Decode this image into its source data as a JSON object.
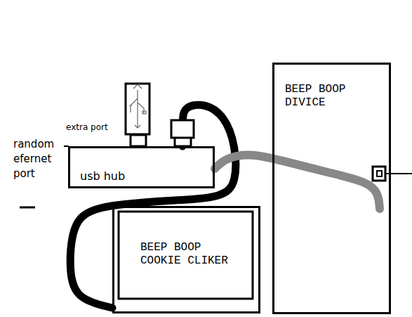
{
  "diagram": {
    "nodes": [
      {
        "text": [
          "usb hub"
        ]
      },
      {
        "text": [
          "BEEP BOOP COOKIE CLIKER"
        ]
      },
      {
        "text": [
          "BEEP BOOP DIVICE"
        ]
      }
    ],
    "edges": [
      {
        "from": 0,
        "to": 1,
        "arrow": "none"
      },
      {
        "from": 0,
        "to": 2,
        "arrow": "none"
      }
    ],
    "labels": [
      "extra port",
      "random efernet port"
    ]
  }
}
